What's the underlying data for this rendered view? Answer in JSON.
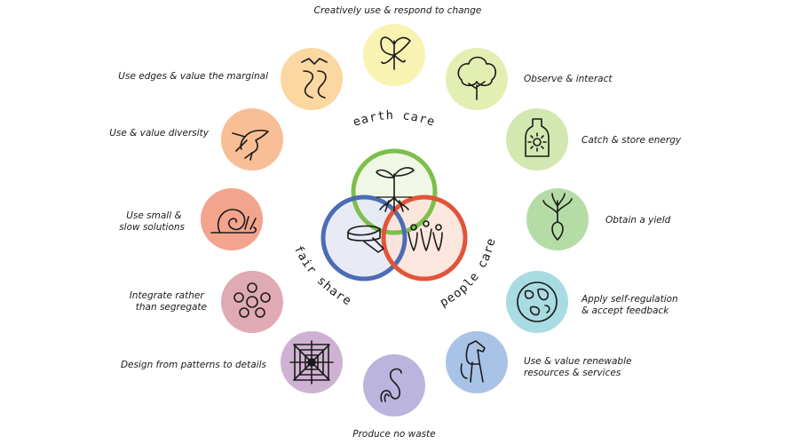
{
  "ethics": {
    "earth_care": "earth care",
    "people_care": "people care",
    "fair_share": "fair share"
  },
  "principles": [
    {
      "label": "Creatively use & respond to change",
      "icon": "butterfly-icon",
      "color": "#f8f3b3"
    },
    {
      "label": "Observe & interact",
      "icon": "tree-icon",
      "color": "#e3efb2"
    },
    {
      "label": "Catch & store energy",
      "icon": "sun-jar-icon",
      "color": "#d2e8b0"
    },
    {
      "label": "Obtain a yield",
      "icon": "radish-icon",
      "color": "#b5dca6"
    },
    {
      "label": [
        "Apply self-regulation",
        "& accept feedback"
      ],
      "icon": "globe-icon",
      "color": "#a9dbe3"
    },
    {
      "label": [
        "Use & value renewable",
        "resources & services"
      ],
      "icon": "horse-icon",
      "color": "#a9c3e6"
    },
    {
      "label": "Produce no waste",
      "icon": "worm-icon",
      "color": "#bbb4dd"
    },
    {
      "label": "Design from patterns to details",
      "icon": "spiderweb-icon",
      "color": "#cfb2d3"
    },
    {
      "label": [
        "Integrate rather",
        "than segregate"
      ],
      "icon": "flower-ring-icon",
      "color": "#dfaab4"
    },
    {
      "label": [
        "Use small &",
        "slow solutions"
      ],
      "icon": "snail-icon",
      "color": "#f3a48c"
    },
    {
      "label": "Use & value diversity",
      "icon": "hummingbird-icon",
      "color": "#f8be96"
    },
    {
      "label": "Use edges & value the marginal",
      "icon": "river-icon",
      "color": "#fbd7a1"
    }
  ],
  "colors": {
    "earth_ring": "#7cbf4b",
    "people_ring": "#e2543a",
    "share_ring": "#4a6db5",
    "earth_fill": "#eef6e2",
    "people_fill": "#fbe3d8",
    "share_fill": "#e4e8f4"
  }
}
